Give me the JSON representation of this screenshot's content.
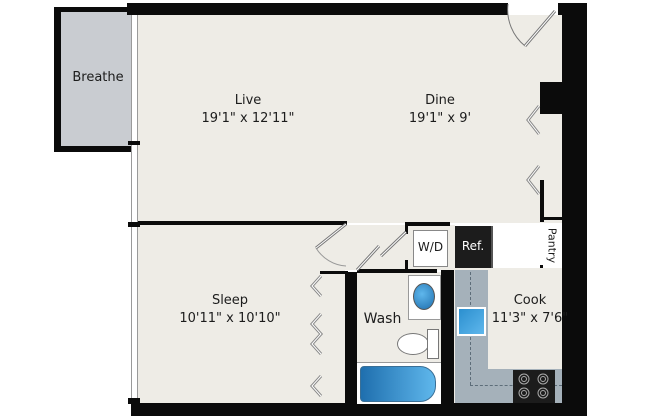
{
  "floorplan": {
    "rooms": [
      {
        "id": "breathe",
        "name": "Breathe",
        "dimensions": ""
      },
      {
        "id": "live",
        "name": "Live",
        "dimensions": "19'1\" x 12'11\""
      },
      {
        "id": "dine",
        "name": "Dine",
        "dimensions": "19'1\" x 9'"
      },
      {
        "id": "sleep",
        "name": "Sleep",
        "dimensions": "10'11\" x 10'10\""
      },
      {
        "id": "wash",
        "name": "Wash",
        "dimensions": ""
      },
      {
        "id": "cook",
        "name": "Cook",
        "dimensions": "11'3\" x 7'6\""
      },
      {
        "id": "pantry",
        "name": "Pantry",
        "dimensions": ""
      }
    ],
    "fixtures": {
      "washer_dryer": "W/D",
      "refrigerator": "Ref."
    },
    "colors": {
      "floor": "#eeece6",
      "balcony": "#c9ccd1",
      "wall": "#0b0b0b",
      "counter": "#a5b1ba",
      "fixture_blue": "#2b8fcf",
      "appliance_dark": "#1c1c1c"
    }
  }
}
